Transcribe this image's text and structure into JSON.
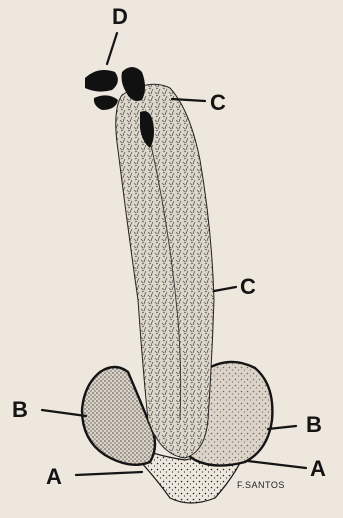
{
  "labels": {
    "a_left": "A",
    "a_right": "A",
    "b_left": "B",
    "b_right": "B",
    "c_upper": "C",
    "c_lower": "C",
    "d": "D"
  },
  "signature": "F.SANTOS",
  "colors": {
    "paper": "#ede7dd",
    "ink": "#151515",
    "tissue_fill": "#dcd4c8"
  }
}
